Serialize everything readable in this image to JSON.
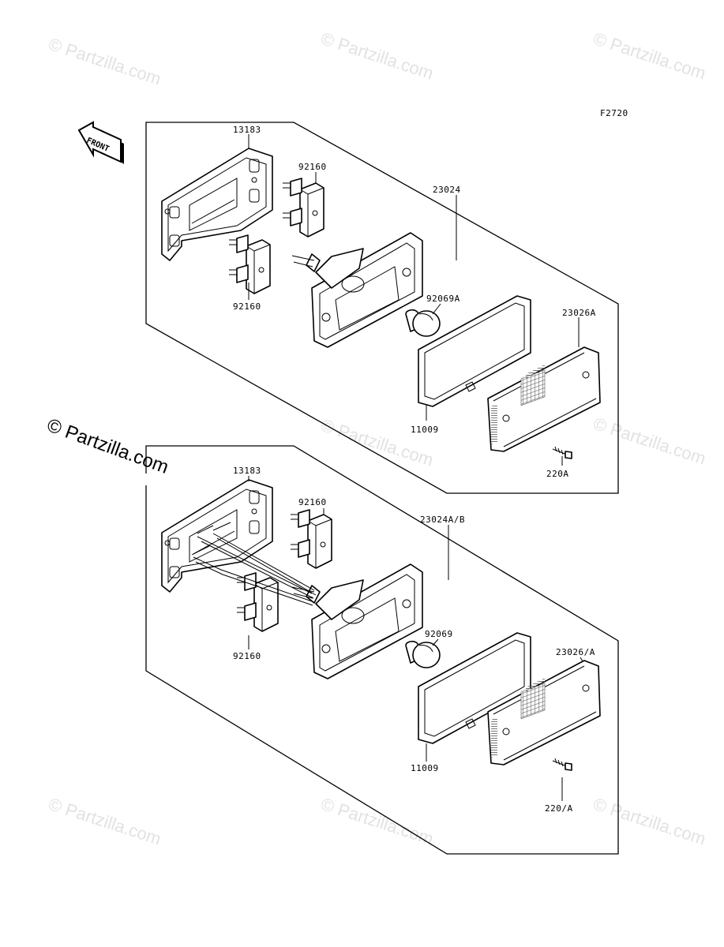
{
  "figure_code": "F2720",
  "front_label": "FRONT",
  "watermark_text": "© Partzilla.com",
  "brand_text": "© Partzilla.com",
  "upper_assembly": {
    "assembly": "23024",
    "bracket": "13183",
    "grommet_top": "92160",
    "grommet_bottom": "92160",
    "bulb": "92069A",
    "gasket": "11009",
    "lens": "23026A",
    "screw": "220A"
  },
  "lower_assembly": {
    "assembly": "23024A/B",
    "bracket": "13183",
    "grommet_top": "92160",
    "grommet_bottom": "92160",
    "bulb": "92069",
    "gasket": "11009",
    "lens": "23026/A",
    "screw": "220/A"
  }
}
